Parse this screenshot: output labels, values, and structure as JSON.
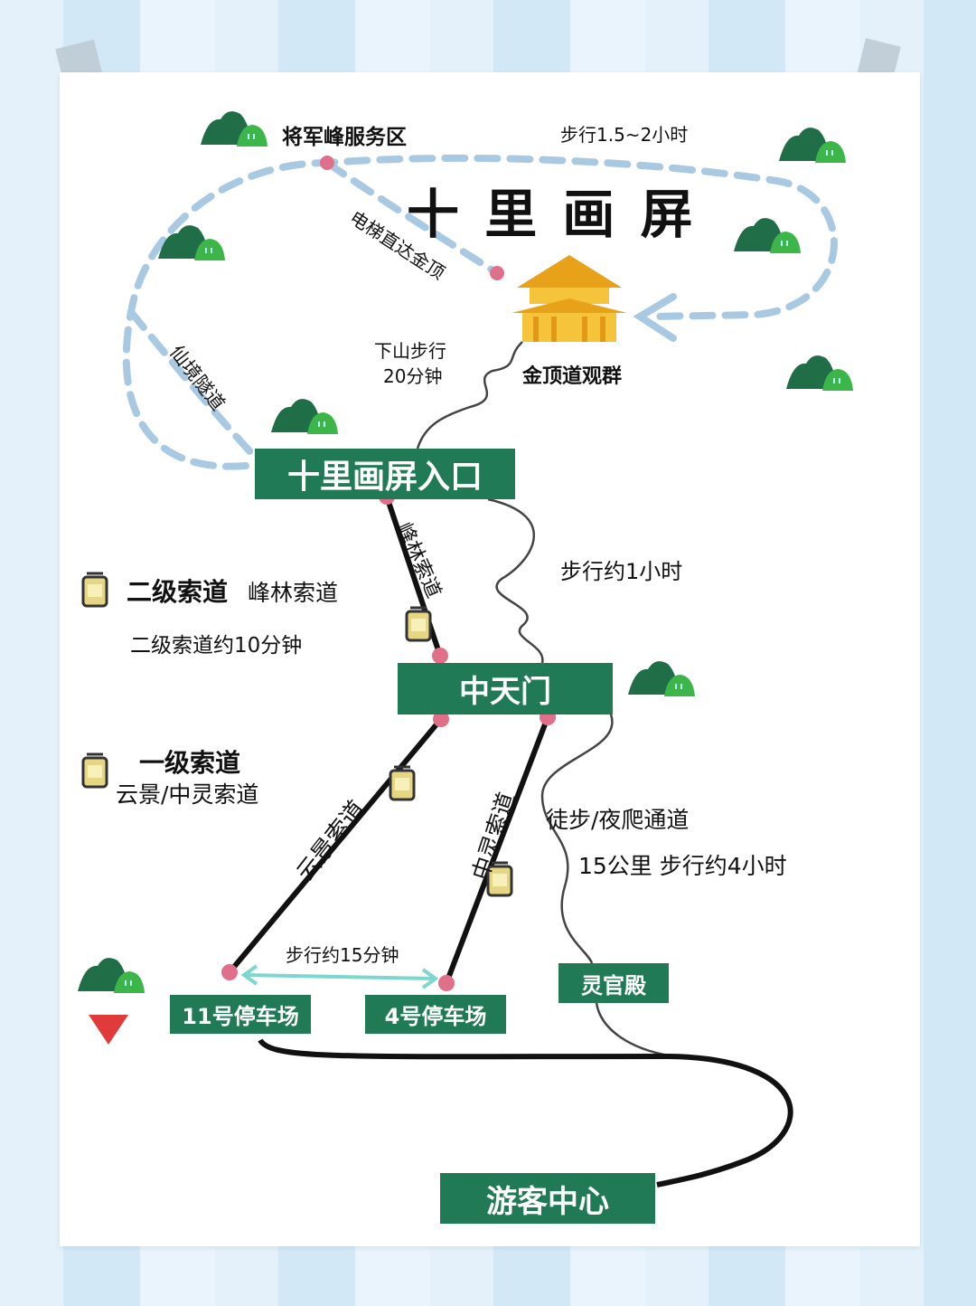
{
  "title": "十 里 画 屏",
  "labels": {
    "service_area": "将军峰服务区",
    "walk_top": "步行1.5~2小时",
    "elevator": "电梯直达金顶",
    "temple": "金顶道观群",
    "downhill_1": "下山步行",
    "downhill_2": "20分钟",
    "tunnel": "仙境隧道",
    "fenglin_ropeway": "峰林索道",
    "walk_1h": "步行约1小时",
    "yunjing_ropeway": "云景索道",
    "zhongling_ropeway": "中灵索道",
    "hiking_route": "徒步/夜爬通道",
    "hiking_detail": "15公里 步行约4小时",
    "walk_15min": "步行约15分钟"
  },
  "legend": {
    "level2_title": "二级索道",
    "level2_name": "峰林索道",
    "level2_time": "二级索道约10分钟",
    "level1_title": "一级索道",
    "level1_names": "云景/中灵索道"
  },
  "stations": {
    "entrance": "十里画屏入口",
    "zhongtianmen": "中天门",
    "parking11": "11号停车场",
    "parking4": "4号停车场",
    "lingguandian": "灵官殿",
    "visitor_center": "游客中心"
  },
  "colors": {
    "box": "#217a56",
    "dash": "#a9c9e2",
    "dot": "#e0708a",
    "arrow": "#7ed6d0"
  }
}
